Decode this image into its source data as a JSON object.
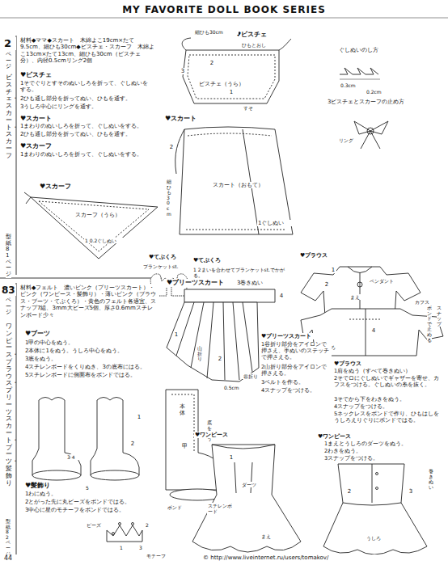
{
  "diagram": {
    "title": "MY FAVORITE DOLL BOOK SERIES",
    "labels": [
      "2",
      "ページ",
      "ビスチェ・スカート・スカーフ",
      "型紙81ページ",
      "材料◆ママ◆スカート　木綿よこ19cm×たて9.5cm、細ひも30cm◆ビスチェ・スカーフ　木綿よこ13cm×たて13cm、細ひも30cm（ビスチェ分）、内径0.5cmリング2個",
      "♥ビスチェ",
      "1そでぐりとすそのぬいしろを折って、ぐしぬいをする。",
      "2ひも通し部分を折ってぬい、ひもを通す。",
      "3うしろ中心にリングを通す。",
      "♥スカート",
      "1まわりのぬいしろを折って、ぐしぬいをする。",
      "2ひも通し部分を折ってぬい、ひもを通す。",
      "♥スカーフ",
      "1まわりのぬいしろを折って、ぐしぬいをする。",
      "♥ビスチェ",
      "細ひも30cm",
      "ひもとおし",
      "2",
      "ビスチェ（うら）",
      "1",
      "3",
      "すそ",
      "♥スカート",
      "2",
      "細ひも30cm",
      "スカート（おもて）",
      "1ぐしぬい",
      "ぐしぬいのし方",
      "0.3cm",
      "0.2cm",
      "3ビスチェとスカーフの止め方",
      "リング",
      "♥スカーフ",
      "スカーフ（うら）",
      "1 0.2ぐしぬい",
      "♥てぶくろ",
      "ブランケットst.",
      "♥てぶくろ",
      "1 2まいを合わせてブランケットst.でかがる。",
      "♥ブラウス",
      "ペンダント",
      "まえ",
      "2",
      "1",
      "カフス",
      "うしろ",
      "4",
      "ボンドで止める",
      "スナップ",
      "83",
      "ページ",
      "ワンピース・ブラウス・プリーツスカート・ブーツ・髪飾り",
      "型紙82ページ",
      "材料◆フェルト　濃いピンク（プリーツスカート）・ピンク（ワンピース・髪飾り）・薄いピンク（ブラウス・ブーツ・てぶくろ）・黄色のフェルト各適宜、スナップ7組、3mm大ビーズ5個、厚さ0.6mmスチレンボード少々",
      "♥ブーツ",
      "1甲の中心をぬう。",
      "2本体に1をぬう。うしろ中心をぬう。",
      "3底をぬう。",
      "4スチレンボードをくりぬき、3の底布にはる。",
      "5スチレンボードに側面布をボンドではる。",
      "3·4",
      "5",
      "1",
      "2",
      "本体",
      "甲",
      "底をぬう",
      "スチレンボード",
      "ボンド",
      "♥髪飾り",
      "1わにぬう。",
      "2とがった先に丸ビーズをボンドではる。",
      "3中心に星のモチーフをボンドではる。",
      "ビーズ",
      "2",
      "1",
      "3",
      "モチーフ",
      "♥プリーツスカート",
      "3巻きぬい",
      "4",
      "1",
      "山折り",
      "2",
      "0.5cm",
      "谷折り",
      "♥プリーツスカート",
      "1谷折り部分をアイロンで押さえ、手ぬいのステッチで押さえる。",
      "2山折り部分をアイロンで押さえる。",
      "3ベルトを作る。",
      "4スナップをつける。",
      "♥ブラウス",
      "1肩をぬう（すべて巻きぬい）",
      "2そでロにぐしぬいでギャザーを寄せ、カフスをつける。ぐしぬいの糸を抜く。",
      "3そでから下をわきをぬう。",
      "4スナップをつける。",
      "5ネックレスをボンドで作り、ひもはしをうしろえりぐりにボンドではる。",
      "♥ワンピース",
      "1まえとうしろのダーツをぬう。",
      "2わきをぬう。",
      "3スナップをつける。",
      "♥ワンピース",
      "1",
      "ダーツ",
      "まえ",
      "巻きぬい",
      "3",
      "2",
      "うしろ",
      "44",
      "© http://www.liveinternet.ru/users/tomakov/"
    ]
  }
}
